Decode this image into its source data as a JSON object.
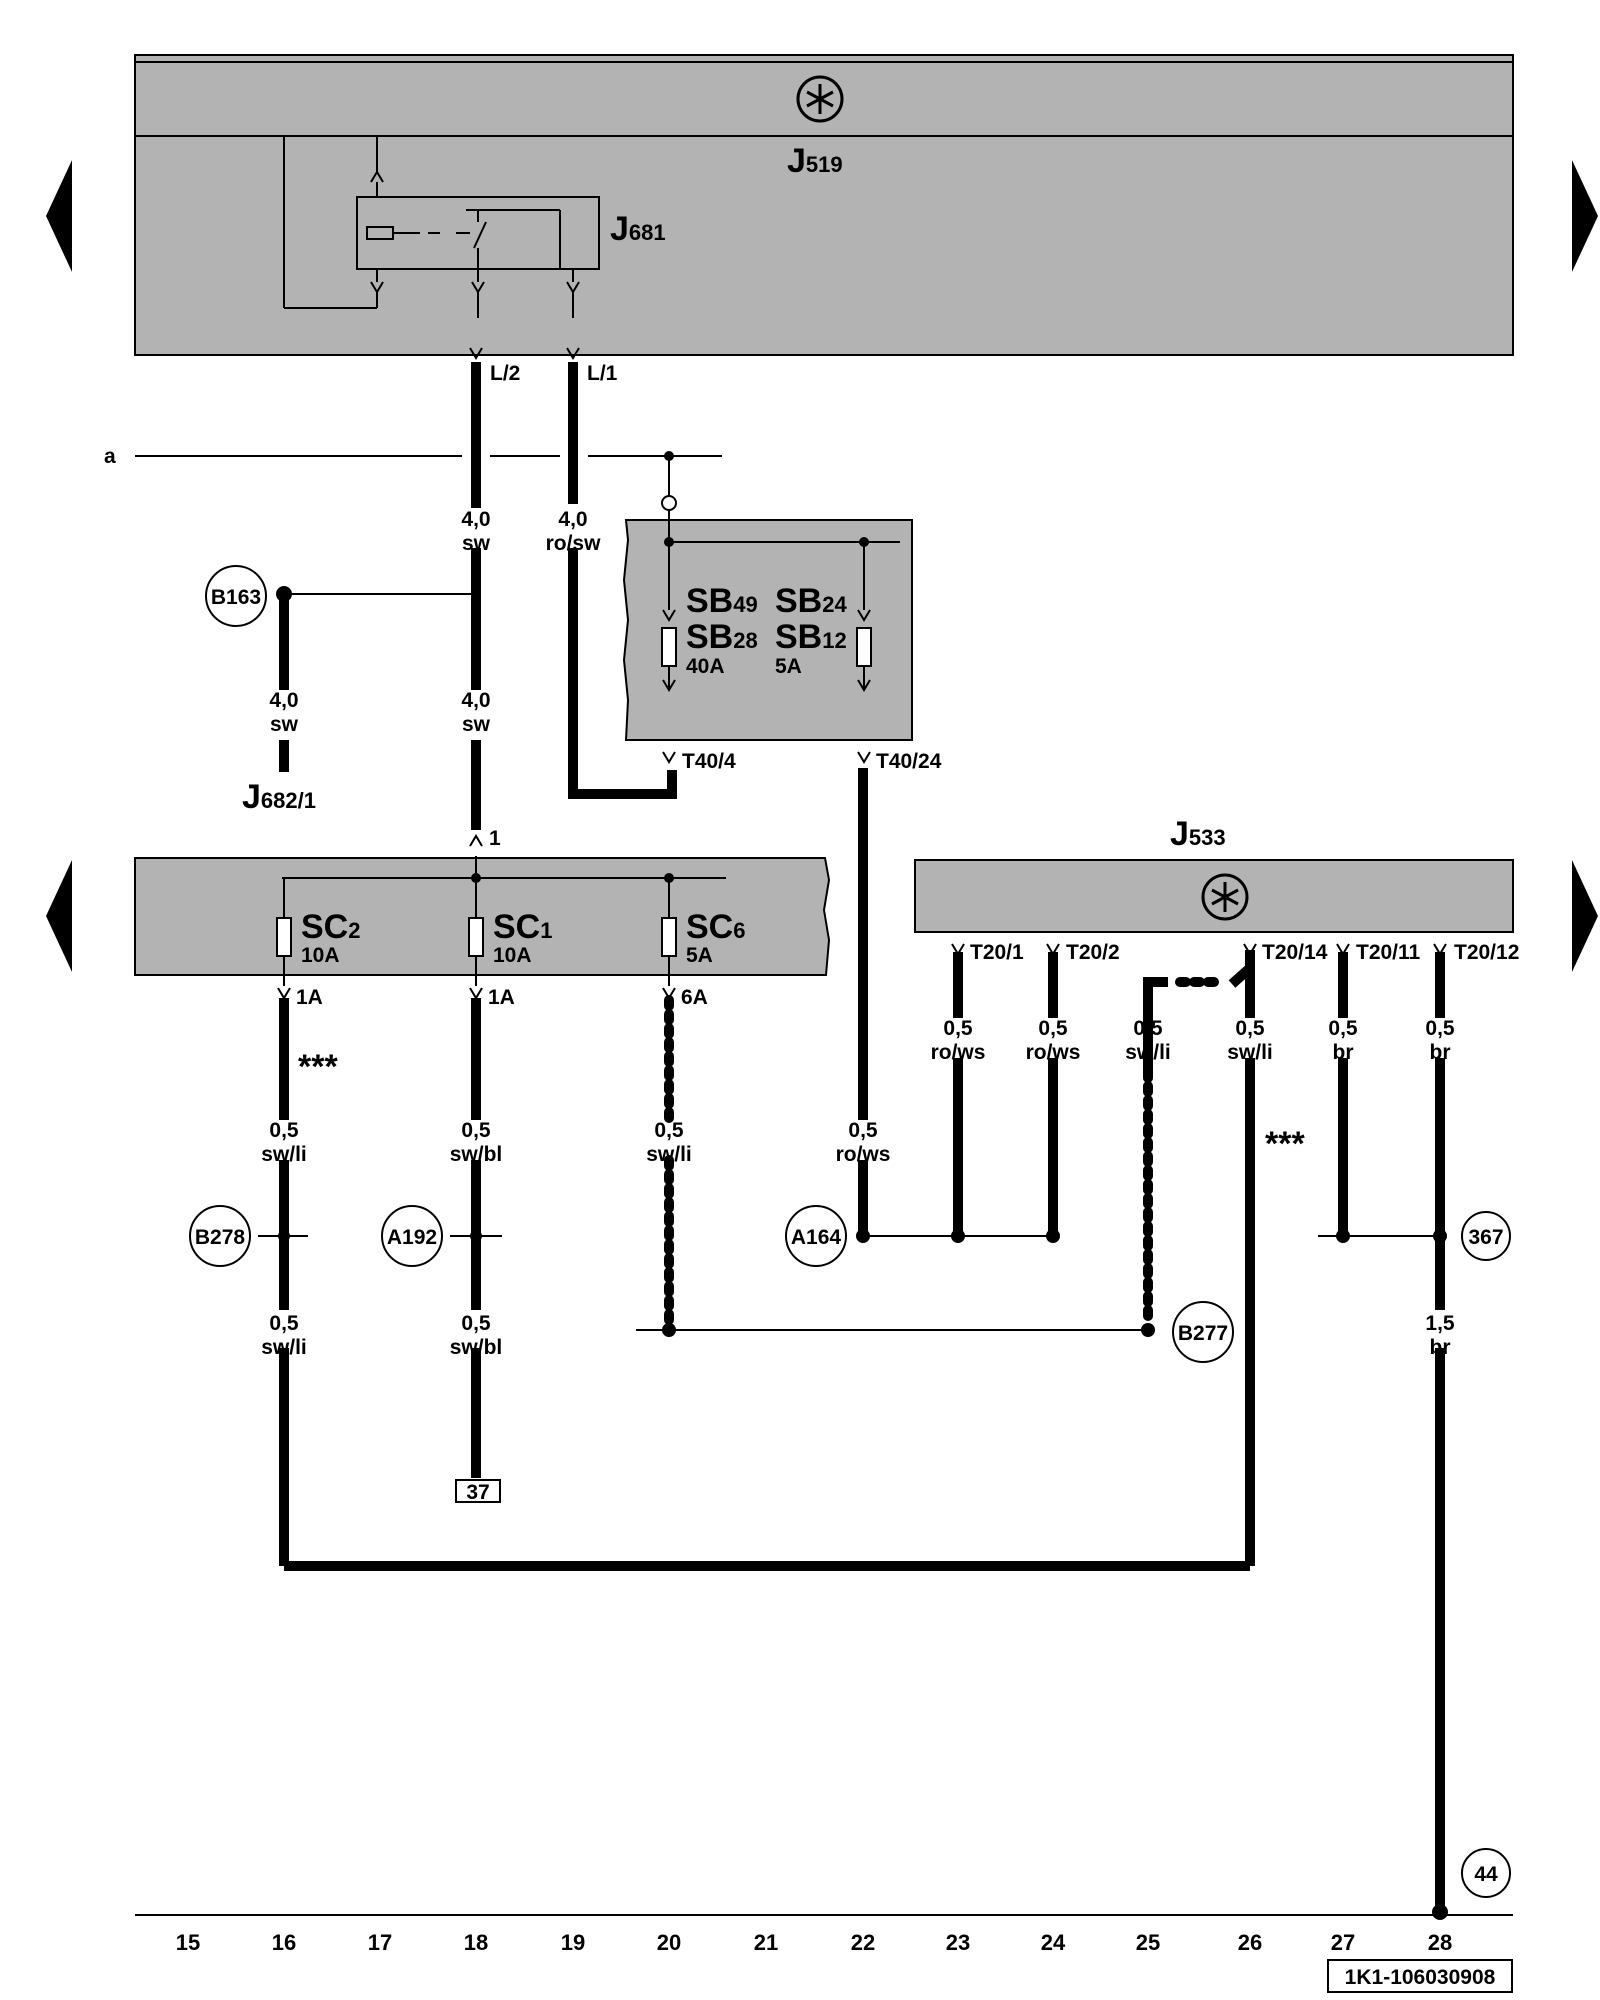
{
  "components": {
    "j519": {
      "main": "J",
      "sub": "519"
    },
    "j681": {
      "main": "J",
      "sub": "681"
    },
    "j682": {
      "main": "J",
      "sub": "682/1"
    },
    "j533": {
      "main": "J",
      "sub": "533"
    },
    "sb49": {
      "main": "SB",
      "sub": "49"
    },
    "sb24": {
      "main": "SB",
      "sub": "24"
    },
    "sb28": {
      "main": "SB",
      "sub": "28"
    },
    "sb12": {
      "main": "SB",
      "sub": "12"
    },
    "sc2": {
      "main": "SC",
      "sub": "2"
    },
    "sc1": {
      "main": "SC",
      "sub": "1"
    },
    "sc6": {
      "main": "SC",
      "sub": "6"
    }
  },
  "fuse_ratings": {
    "sb_left": "40A",
    "sb_right": "5A",
    "sc2": "10A",
    "sc1": "10A",
    "sc6": "5A"
  },
  "pins": {
    "l2": "L/2",
    "l1": "L/1",
    "t40_4": "T40/4",
    "t40_24": "T40/24",
    "pin1": "1",
    "a1_left": "1A",
    "a1_mid": "1A",
    "a6": "6A",
    "t20_1": "T20/1",
    "t20_2": "T20/2",
    "t20_14": "T20/14",
    "t20_11": "T20/11",
    "t20_12": "T20/12"
  },
  "line_a_label": "a",
  "wires": {
    "w18_top_size": "4,0",
    "w18_top_color": "sw",
    "w19_size": "4,0",
    "w19_color": "ro/sw",
    "w16_top_size": "4,0",
    "w16_top_color": "sw",
    "w18_mid_size": "4,0",
    "w18_mid_color": "sw",
    "c16_size": "0,5",
    "c16_color": "sw/li",
    "c18_size": "0,5",
    "c18_color": "sw/bl",
    "c20_size": "0,5",
    "c20_color": "sw/li",
    "c22_size": "0,5",
    "c22_color": "ro/ws",
    "c23_size": "0,5",
    "c23_color": "ro/ws",
    "c24_size": "0,5",
    "c24_color": "ro/ws",
    "c25_size": "0,5",
    "c25_color": "sw/li",
    "c26_size": "0,5",
    "c26_color": "sw/li",
    "c27_size": "0,5",
    "c27_color": "br",
    "c28_size": "0,5",
    "c28_color": "br",
    "l16_size": "0,5",
    "l16_color": "sw/li",
    "l18_size": "0,5",
    "l18_color": "sw/bl",
    "l28_size": "1,5",
    "l28_color": "br"
  },
  "connectors": {
    "b163": "B163",
    "b278": "B278",
    "a192": "A192",
    "a164": "A164",
    "b277": "B277",
    "c367": "367",
    "c44": "44"
  },
  "asterisks": {
    "left": "***",
    "right": "***"
  },
  "ref_box_37": "37",
  "columns": [
    "15",
    "16",
    "17",
    "18",
    "19",
    "20",
    "21",
    "22",
    "23",
    "24",
    "25",
    "26",
    "27",
    "28"
  ],
  "doc_id": "1K1-106030908"
}
